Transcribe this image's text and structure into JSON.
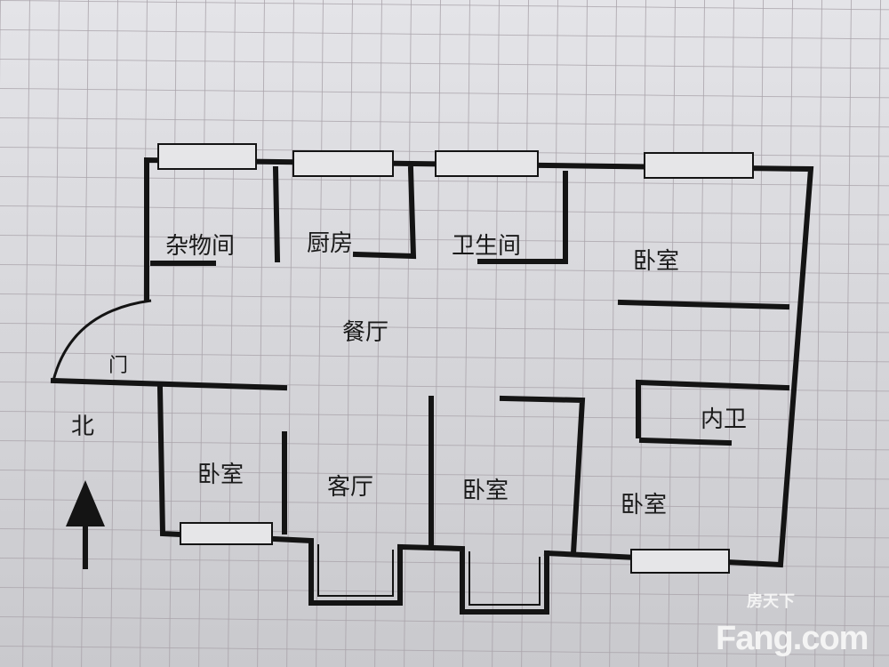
{
  "colors": {
    "paper": "#dcdce0",
    "grid": "#a9a3aa",
    "wall": "#141414",
    "window_fill": "#e6e6e8"
  },
  "rooms": {
    "storage": "杂物间",
    "kitchen": "厨房",
    "bathroom": "卫生间",
    "bedroom_ne": "卧室",
    "dining": "餐厅",
    "door": "门",
    "bedroom_sw": "卧室",
    "living": "客厅",
    "bedroom_s": "卧室",
    "ensuite": "内卫",
    "bedroom_se": "卧室"
  },
  "compass": {
    "label": "北",
    "icon": "north-arrow-icon"
  },
  "watermark": {
    "cn": "房天下",
    "en": "Fang.com"
  }
}
